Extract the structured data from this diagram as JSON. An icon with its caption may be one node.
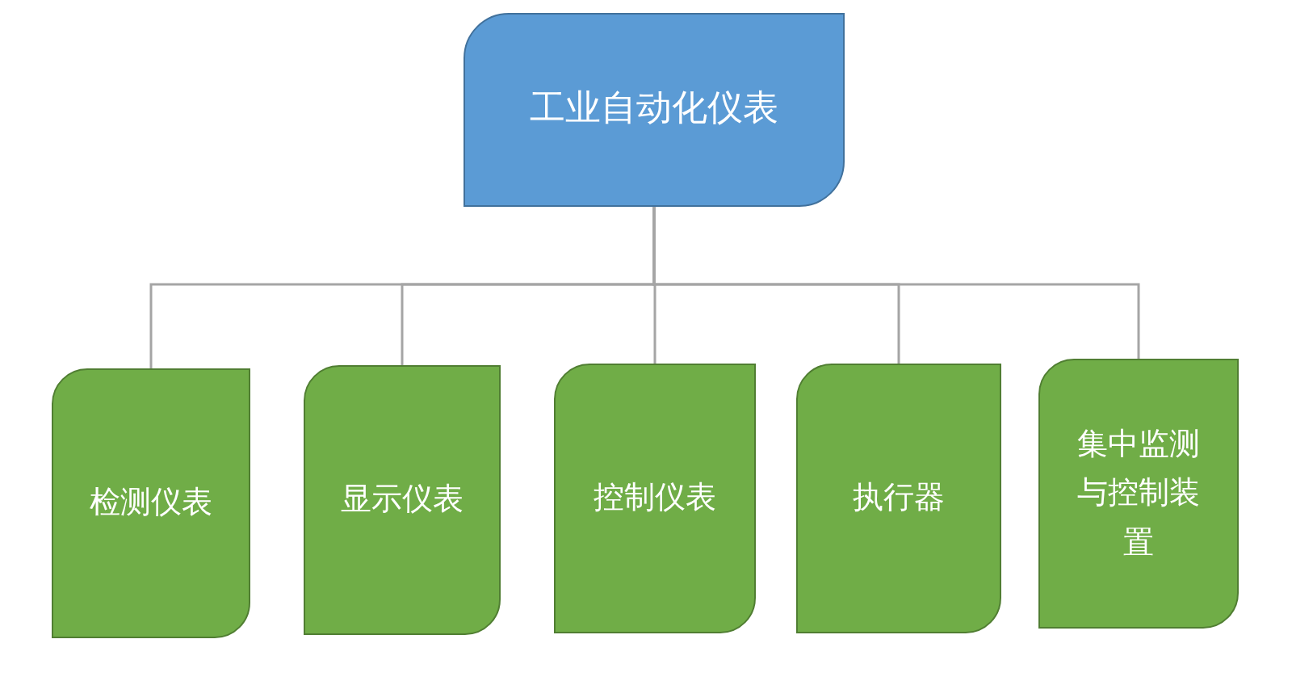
{
  "diagram": {
    "nodes": [
      {
        "text": [
          "工业自动化仪表"
        ]
      },
      {
        "text": [
          "检测仪表"
        ]
      },
      {
        "text": [
          "显示仪表"
        ]
      },
      {
        "text": [
          "控制仪表"
        ]
      },
      {
        "text": [
          "执行器"
        ]
      },
      {
        "text": [
          "集中监测与控制装置"
        ]
      }
    ],
    "edges": [
      {
        "from": 0,
        "to": 1,
        "arrow": "none"
      },
      {
        "from": 0,
        "to": 2,
        "arrow": "none"
      },
      {
        "from": 0,
        "to": 3,
        "arrow": "none"
      },
      {
        "from": 0,
        "to": 4,
        "arrow": "none"
      },
      {
        "from": 0,
        "to": 5,
        "arrow": "none"
      }
    ]
  }
}
